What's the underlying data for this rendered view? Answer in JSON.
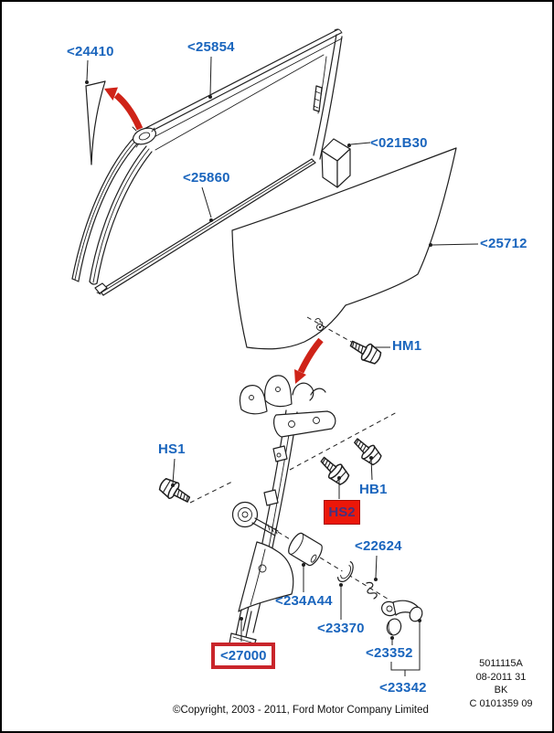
{
  "colors": {
    "label_blue": "#1a65bd",
    "arrow_red": "#cf2318",
    "highlight_fill_red": "#ec1709",
    "highlight_text": "#45317e",
    "callout_border_red": "#c9252b",
    "line_color": "#1f1f1f"
  },
  "labels": {
    "p24410": "<24410",
    "p25854": "<25854",
    "p021B30": "<021B30",
    "p25860": "<25860",
    "p25712": "<25712",
    "hm1": "HM1",
    "hs1": "HS1",
    "hs2": "HS2",
    "hb1": "HB1",
    "p22624": "<22624",
    "p234A44": "<234A44",
    "p23370": "<23370",
    "p27000": "<27000",
    "p23352": "<23352",
    "p23342": "<23342"
  },
  "stamp": {
    "ref": "5011115A",
    "date": "08-2011 31",
    "code": "BK",
    "drawing_no": "C 0101359 09"
  },
  "footer": {
    "copyright": "©Copyright, 2003 - 2011, Ford Motor Company Limited"
  }
}
